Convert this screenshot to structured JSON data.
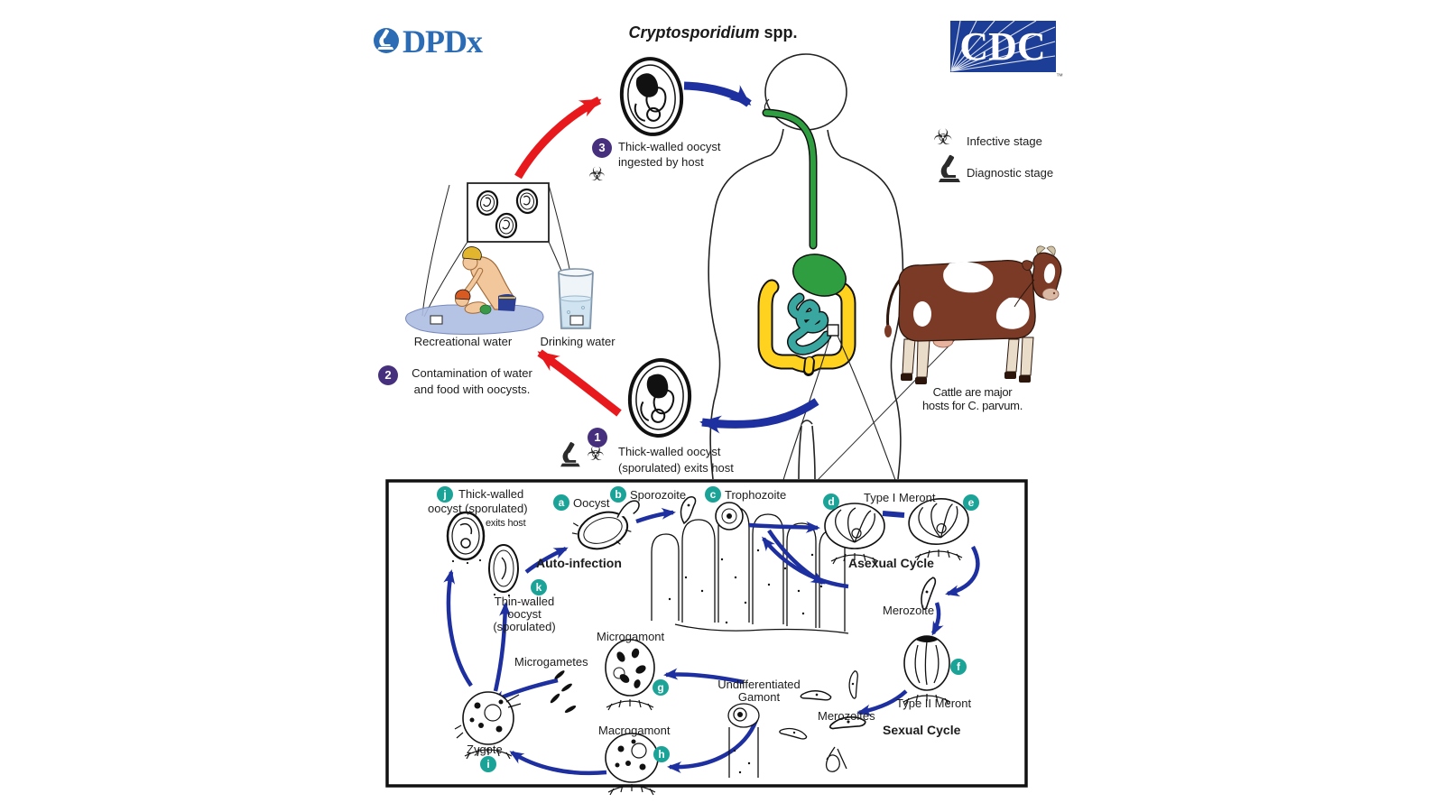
{
  "title": {
    "italic": "Cryptosporidium",
    "rest": " spp."
  },
  "logos": {
    "dpdx": "DPDx",
    "cdc": "CDC",
    "tm": "™"
  },
  "legend": {
    "infective": "Infective stage",
    "diagnostic": "Diagnostic stage"
  },
  "steps": {
    "s1": {
      "num": "1",
      "line1": "Thick-walled oocyst",
      "line2": "(sporulated) exits host"
    },
    "s2": {
      "num": "2",
      "line1": "Contamination of water",
      "line2": "and food with oocysts."
    },
    "s3": {
      "num": "3",
      "line1": "Thick-walled oocyst",
      "line2": "ingested by host"
    }
  },
  "water": {
    "recreational": "Recreational water",
    "drinking": "Drinking water"
  },
  "cattle": {
    "line1": "Cattle are major",
    "line2": "hosts for C. parvum."
  },
  "box": {
    "stage_j": {
      "letter": "j",
      "line1": "Thick-walled",
      "line2": "oocyst (sporulated)",
      "line3": "exits host"
    },
    "stage_k": {
      "letter": "k",
      "line1": "Thin-walled",
      "line2": "oocyst",
      "line3": "(sporulated)"
    },
    "stage_a": {
      "letter": "a",
      "label": "Oocyst"
    },
    "stage_b": {
      "letter": "b",
      "label": "Sporozoite"
    },
    "stage_c": {
      "letter": "c",
      "label": "Trophozoite"
    },
    "stage_d": {
      "letter": "d",
      "label": "Type I Meront"
    },
    "stage_e": {
      "letter": "e"
    },
    "stage_f": {
      "letter": "f",
      "label": "Type II Meront"
    },
    "stage_g": {
      "letter": "g",
      "label": "Microgamont"
    },
    "stage_h": {
      "letter": "h",
      "label": "Macrogamont"
    },
    "stage_i": {
      "letter": "i",
      "label": "Zygote"
    },
    "auto_infection": "Auto-infection",
    "asexual_cycle": "Asexual Cycle",
    "sexual_cycle": "Sexual Cycle",
    "merozoite": "Merozoite",
    "merozoites": "Merozoites",
    "microgametes": "Microgametes",
    "undiff": {
      "line1": "Undifferentiated",
      "line2": "Gamont"
    }
  },
  "colors": {
    "arrow_blue": "#1e2f9f",
    "arrow_red": "#e8191c",
    "step_circle_purple": "#46307e",
    "stage_circle_teal": "#1aa396",
    "cdc_blue": "#1c3e96",
    "dpdx_blue": "#2b6cb4",
    "esophagus_green": "#2f9e41",
    "colon_yellow": "#ffd21f",
    "small_intestine_teal": "#3aa6a0"
  }
}
